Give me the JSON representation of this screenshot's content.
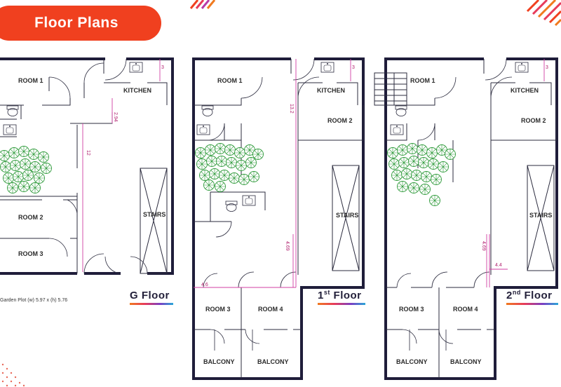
{
  "header": {
    "title": "Floor Plans"
  },
  "colors": {
    "accent": "#f0401f",
    "wall": "#1f1d3a",
    "dimension": "#d23fa3",
    "tree": "#2e9a3a",
    "underline_gradient": [
      "#f07a1f",
      "#e73b5a",
      "#7a3fc4",
      "#2aa8d8"
    ]
  },
  "floors": {
    "ground": {
      "label_main": "G",
      "label_suffix": "Floor",
      "rooms": [
        "ROOM 1",
        "KITCHEN",
        "ROOM 2",
        "ROOM 3",
        "STAIRS"
      ],
      "dims": {
        "corridor": "2.94",
        "length": "12",
        "kitchen": "3"
      },
      "note": "Garden Plot (w) 5.97 x (h) 5.76"
    },
    "first": {
      "label_main": "1",
      "label_sup": "st",
      "label_suffix": "Floor",
      "rooms": [
        "ROOM 1",
        "KITCHEN",
        "ROOM 2",
        "STAIRS",
        "ROOM 3",
        "ROOM 4",
        "BALCONY",
        "BALCONY"
      ],
      "dims": {
        "length": "13.2",
        "kitchen": "3",
        "right": "4.69",
        "bottom": "4.6"
      }
    },
    "second": {
      "label_main": "2",
      "label_sup": "nd",
      "label_suffix": "Floor",
      "rooms": [
        "ROOM 1",
        "KITCHEN",
        "ROOM 2",
        "STAIRS",
        "ROOM 3",
        "ROOM 4",
        "BALCONY",
        "BALCONY"
      ],
      "dims": {
        "kitchen": "3",
        "right": "4.69",
        "bottom": "4.4"
      }
    }
  }
}
